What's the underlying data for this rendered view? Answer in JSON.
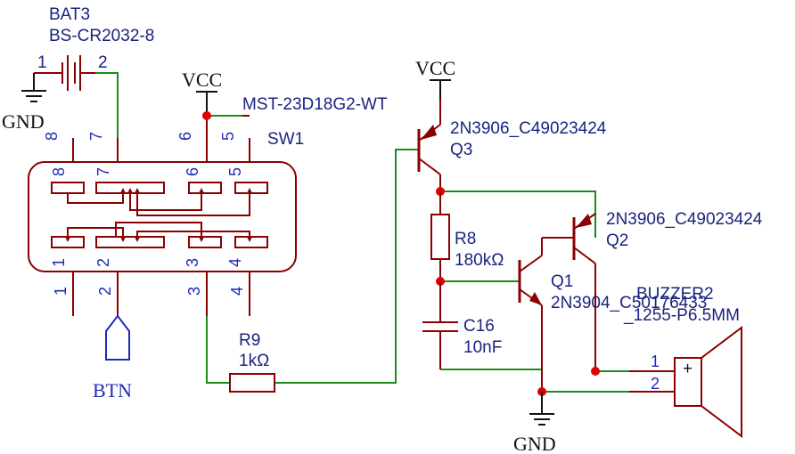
{
  "battery": {
    "ref": "BAT3",
    "value": "BS-CR2032-8",
    "pin1": "1",
    "pin2": "2"
  },
  "power": {
    "gnd": "GND",
    "vcc": "VCC"
  },
  "switch": {
    "ref": "SW1",
    "value": "MST-23D18G2-WT",
    "top_pins": [
      "8",
      "7",
      "6",
      "5"
    ],
    "inner_top": [
      "8",
      "7",
      "6",
      "5"
    ],
    "inner_bottom": [
      "1",
      "2",
      "3",
      "4"
    ],
    "bottom_pins": [
      "1",
      "2",
      "3",
      "4"
    ]
  },
  "button_port": "BTN",
  "r9": {
    "ref": "R9",
    "value": "1kΩ"
  },
  "r8": {
    "ref": "R8",
    "value": "180kΩ"
  },
  "c16": {
    "ref": "C16",
    "value": "10nF"
  },
  "q3": {
    "value": "2N3906_C49023424",
    "ref": "Q3"
  },
  "q2": {
    "value": "2N3906_C49023424",
    "ref": "Q2"
  },
  "q1": {
    "ref": "Q1",
    "value": "2N3904_C50176433"
  },
  "buzzer": {
    "ref": "BUZZER2",
    "value": "_1255-P6.5MM",
    "pin1": "1",
    "pin2": "2",
    "polarity": "+"
  }
}
